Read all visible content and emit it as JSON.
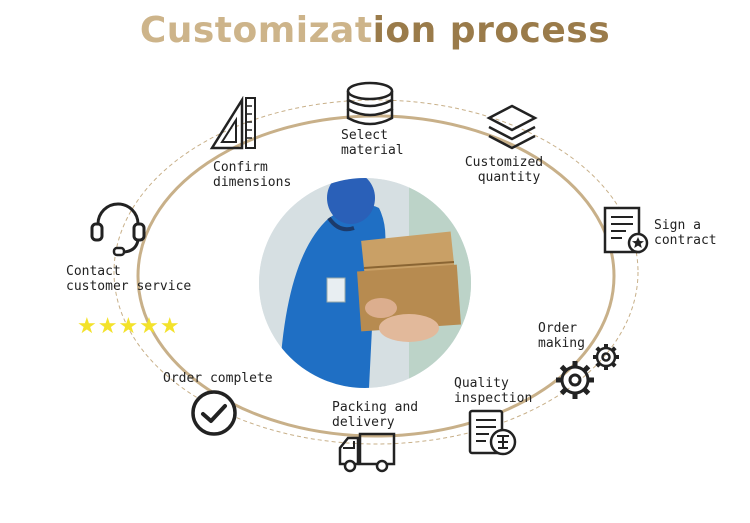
{
  "title": {
    "part1": "Customizat",
    "part2": "ion process"
  },
  "steps": {
    "select_material": [
      "Select",
      "material"
    ],
    "customized_quantity": [
      "Customized",
      "quantity"
    ],
    "sign_contract": [
      "Sign a",
      "contract"
    ],
    "order_making": [
      "Order",
      "making"
    ],
    "quality_inspection": [
      "Quality",
      "inspection"
    ],
    "packing_delivery": [
      "Packing and",
      "delivery"
    ],
    "order_complete": [
      "Order complete"
    ],
    "contact_service": [
      "Contact",
      "customer service"
    ],
    "confirm_dimensions": [
      "Confirm",
      "dimensions"
    ]
  },
  "rating": {
    "stars": "★★★★★",
    "value": 5,
    "max": 5
  },
  "icons": [
    "ruler-triangle-icon",
    "layers-icon",
    "stack-icon",
    "contract-icon",
    "gears-icon",
    "inspection-document-icon",
    "truck-icon",
    "check-circle-icon",
    "headset-icon"
  ],
  "colors": {
    "title_light": "#cdb48a",
    "title_dark": "#9a7b4a",
    "ring": "#c8b089",
    "star": "#f3e22b"
  }
}
